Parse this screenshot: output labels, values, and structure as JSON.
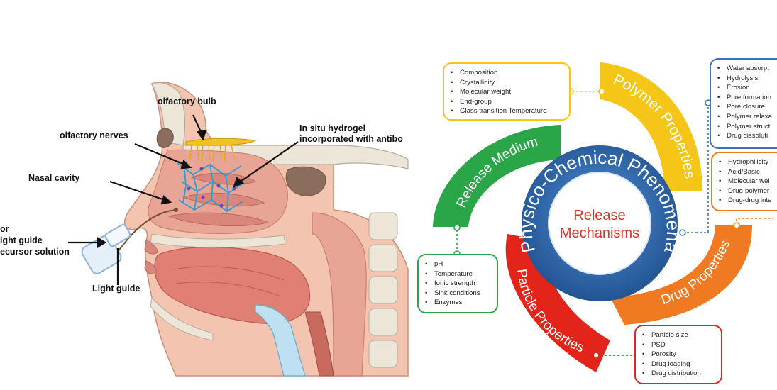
{
  "nasal": {
    "olfactory_bulb": "olfactory bulb",
    "olfactory_nerves": "olfactory nerves",
    "hydrogel_line1": "In situ hydrogel",
    "hydrogel_line2": "incorporated with antibo",
    "nasal_cavity": "Nasal cavity",
    "light_guide": "Light guide",
    "left_line1": "or",
    "left_line2": "ight guide",
    "left_line3": "ecursor solution"
  },
  "wheel": {
    "center_line1": "Release",
    "center_line2": "Mechanisms",
    "ring_text": "Physico-Chemical Phenomena",
    "arcs": {
      "polymer": "Polymer Properties",
      "release_medium": "Release Medium",
      "drug": "Drug Properties",
      "particle": "Particle Properties"
    },
    "boxes": {
      "polymer_props": [
        "Composition",
        "Crystallinity",
        "Molecular weight",
        "End-group",
        "Glass transition Temperature"
      ],
      "mechanisms": [
        "Water absorpt",
        "Hydrolysis",
        "Erosion",
        "Pore formation",
        "Pore closure",
        "Polymer relaxa",
        "Polymer struct",
        "Drug dissoluti"
      ],
      "drug_props": [
        "Hydrophilicity",
        "Acid/Basic",
        "Molecular wei",
        "Drug-polymer",
        "Drug-drug inte"
      ],
      "medium": [
        "pH",
        "Temperature",
        "Ionic strength",
        "Sink conditions",
        "Enzymes"
      ],
      "particle_props": [
        "Particle size",
        "PSD",
        "Porosity",
        "Drug loading",
        "Drug distribution"
      ]
    }
  },
  "colors": {
    "polymer": "#f5c518",
    "medium": "#2aa648",
    "drug": "#f07a22",
    "particle": "#e3241b",
    "ring": "#2f6db0",
    "mech_box": "#3a74b8",
    "center_text": "#d9352b",
    "skin": "#f3c4b0",
    "tissue": "#e8a494",
    "bone": "#ece6d8"
  }
}
